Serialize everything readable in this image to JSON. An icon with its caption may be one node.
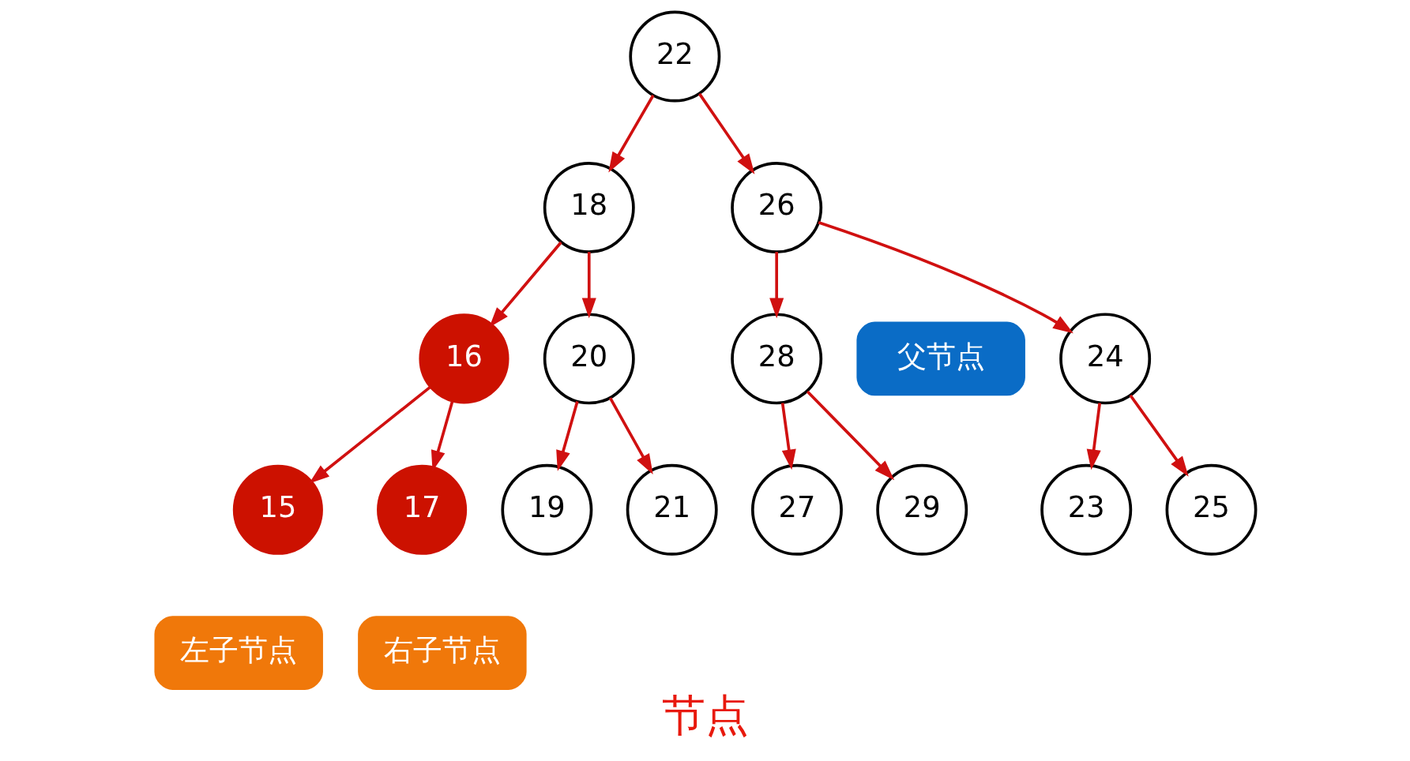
{
  "diagram": {
    "caption": "节点",
    "nodes": [
      {
        "text": [
          "22"
        ]
      },
      {
        "text": [
          "18"
        ]
      },
      {
        "text": [
          "26"
        ]
      },
      {
        "text": [
          "父节点"
        ]
      },
      {
        "text": [
          "16"
        ]
      },
      {
        "text": [
          "20"
        ]
      },
      {
        "text": [
          "24"
        ]
      },
      {
        "text": [
          "28"
        ]
      },
      {
        "text": [
          "15"
        ]
      },
      {
        "text": [
          "17"
        ]
      },
      {
        "text": [
          "19"
        ]
      },
      {
        "text": [
          "21"
        ]
      },
      {
        "text": [
          "23"
        ]
      },
      {
        "text": [
          "25"
        ]
      },
      {
        "text": [
          "27"
        ]
      },
      {
        "text": [
          "29"
        ]
      },
      {
        "text": [
          "左子节点"
        ]
      },
      {
        "text": [
          "右子节点"
        ]
      }
    ],
    "edges": [
      {
        "from": 0,
        "to": 1,
        "arrow": "to"
      },
      {
        "from": 0,
        "to": 2,
        "arrow": "to"
      },
      {
        "from": 1,
        "to": 4,
        "arrow": "to"
      },
      {
        "from": 1,
        "to": 5,
        "arrow": "to"
      },
      {
        "from": 2,
        "to": 6,
        "arrow": "to"
      },
      {
        "from": 2,
        "to": 7,
        "arrow": "to"
      },
      {
        "from": 4,
        "to": 8,
        "arrow": "to"
      },
      {
        "from": 4,
        "to": 9,
        "arrow": "to"
      },
      {
        "from": 5,
        "to": 10,
        "arrow": "to"
      },
      {
        "from": 5,
        "to": 11,
        "arrow": "to"
      },
      {
        "from": 6,
        "to": 12,
        "arrow": "to"
      },
      {
        "from": 6,
        "to": 13,
        "arrow": "to"
      },
      {
        "from": 7,
        "to": 14,
        "arrow": "to"
      },
      {
        "from": 7,
        "to": 15,
        "arrow": "to"
      }
    ]
  }
}
